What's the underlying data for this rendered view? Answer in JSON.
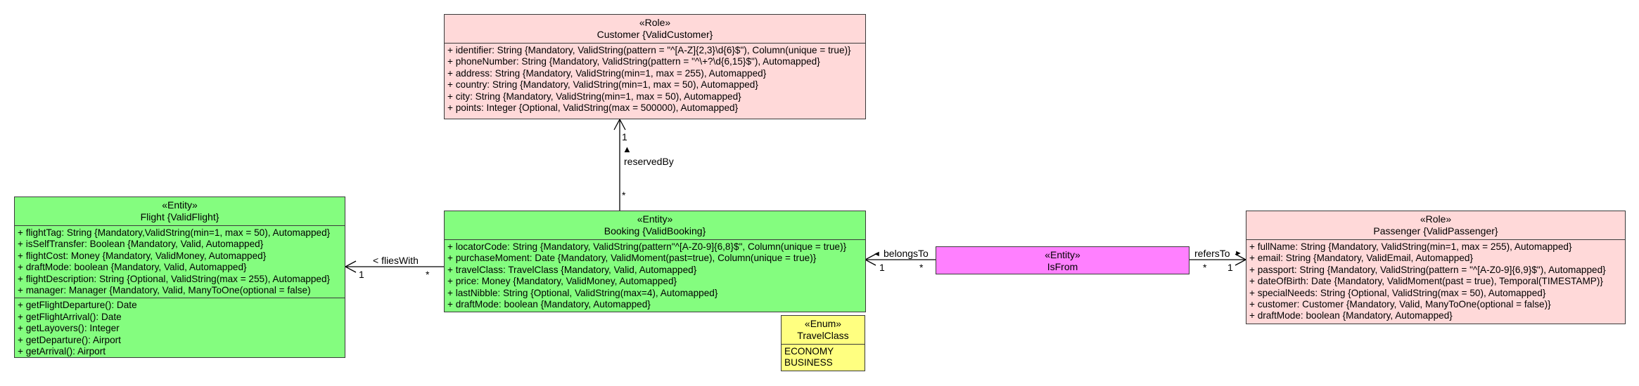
{
  "classes": {
    "customer": {
      "stereotype": "«Role»",
      "name": "Customer {ValidCustomer}",
      "attributes": [
        "+ identifier: String {Mandatory, ValidString(pattern = \"^[A-Z]{2,3}\\d{6}$\"), Column(unique = true)}",
        "+ phoneNumber: String {Mandatory, ValidString(pattern = \"^\\+?\\d{6,15}$\"), Automapped}",
        "+ address: String {Mandatory, ValidString(min=1, max = 255), Automapped}",
        "+ country: String {Mandatory, ValidString(min=1, max = 50), Automapped}",
        "+ city: String {Mandatory, ValidString(min=1, max = 50), Automapped}",
        "+ points: Integer {Optional, ValidString(max = 500000), Automapped}"
      ]
    },
    "flight": {
      "stereotype": "«Entity»",
      "name": "Flight {ValidFlight}",
      "attributes": [
        "+ flightTag: String {Mandatory,ValidString(min=1, max = 50), Automapped}",
        "+ isSelfTransfer: Boolean {Mandatory, Valid, Automapped}",
        "+ flightCost: Money {Mandatory, ValidMoney, Automapped}",
        "+ draftMode: boolean {Mandatory, Valid, Automapped}",
        "+ flightDescription: String {Optional, ValidString(max = 255), Automapped}",
        "+ manager: Manager {Mandatory, Valid, ManyToOne(optional = false)"
      ],
      "methods": [
        "+ getFlightDeparture(): Date",
        "+ getFlightArrival(): Date",
        "+ getLayovers(): Integer",
        "+ getDeparture(): Airport",
        "+ getArrival(): Airport"
      ]
    },
    "booking": {
      "stereotype": "«Entity»",
      "name": "Booking {ValidBooking}",
      "attributes": [
        "+ locatorCode: String {Mandatory, ValidString(pattern\"^[A-Z0-9]{6,8}$\", Column(unique = true)}",
        "+ purchaseMoment: Date {Mandatory, ValidMoment(past=true), Column(unique = true)}",
        "+ travelClass: TravelClass {Mandatory, Valid, Automapped}",
        "+ price: Money {Mandatory, ValidMoney, Automapped}",
        "+ lastNibble: String {Optional, ValidString(max=4), Automapped}",
        "+ draftMode: boolean {Mandatory, Automapped}"
      ]
    },
    "isfrom": {
      "stereotype": "«Entity»",
      "name": "IsFrom"
    },
    "passenger": {
      "stereotype": "«Role»",
      "name": "Passenger {ValidPassenger}",
      "attributes": [
        "+ fullName: String {Mandatory, ValidString(min=1, max = 255), Automapped}",
        "+ email: String {Mandatory, ValidEmail, Automapped}",
        "+ passport: String {Mandatory, ValidString(pattern = \"^[A-Z0-9]{6,9}$\"), Automapped}",
        "+ dateOfBirth: Date {Mandatory, ValidMoment(past = true), Temporal(TIMESTAMP)}",
        "+ specialNeeds: String {Optional, ValidString(max = 50), Automapped}",
        "+ customer: Customer {Mandatory, Valid, ManyToOne(optional = false)}",
        "+ draftMode: boolean {Mandatory, Automapped}"
      ]
    },
    "travelclass": {
      "stereotype": "«Enum»",
      "name": "TravelClass",
      "literals": [
        "ECONOMY",
        "BUSINESS"
      ]
    }
  },
  "associations": {
    "reservedBy": {
      "label": "reservedBy",
      "arrow": "▲",
      "mult_customer": "1",
      "mult_booking": "*"
    },
    "fliesWith": {
      "label": "< fliesWith",
      "mult_flight": "1",
      "mult_booking": "*"
    },
    "belongsTo": {
      "label": "belongsTo",
      "arrow": "◄",
      "mult_booking": "1",
      "mult_isfrom": "*"
    },
    "refersTo": {
      "label": "refersTo",
      "arrow": "►",
      "mult_isfrom": "*",
      "mult_passenger": "1"
    }
  },
  "colors": {
    "role": "#ffd9d9",
    "entity": "#84fd7f",
    "enum": "#ffff80",
    "isfrom": "#ff80ff"
  }
}
